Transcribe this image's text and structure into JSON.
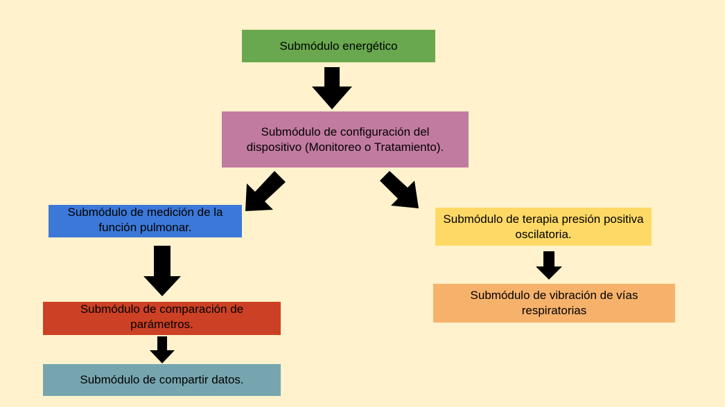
{
  "diagram": {
    "nodes": {
      "energetico": {
        "label": "Submódulo energético",
        "color": "#6aa84f"
      },
      "configuracion": {
        "label": "Submódulo de configuración del dispositivo (Monitoreo o Tratamiento).",
        "color": "#c27ba0"
      },
      "medicion": {
        "label": "Submódulo de medición de la función pulmonar.",
        "color": "#3c78d8"
      },
      "comparacion": {
        "label": "Submódulo de comparación de parámetros.",
        "color": "#cc4125"
      },
      "compartir": {
        "label": "Submódulo de compartir datos.",
        "color": "#76a5af"
      },
      "terapia": {
        "label": "Submódulo de terapia presión positiva oscilatoria.",
        "color": "#ffd966"
      },
      "vibracion": {
        "label": "Submódulo de vibración de vías respiratorias",
        "color": "#f6b26b"
      }
    },
    "edges": [
      {
        "from": "energetico",
        "to": "configuracion"
      },
      {
        "from": "configuracion",
        "to": "medicion"
      },
      {
        "from": "configuracion",
        "to": "terapia"
      },
      {
        "from": "medicion",
        "to": "comparacion"
      },
      {
        "from": "comparacion",
        "to": "compartir"
      },
      {
        "from": "terapia",
        "to": "vibracion"
      }
    ],
    "background_color": "#fff2cc",
    "arrow_color": "#000000"
  }
}
